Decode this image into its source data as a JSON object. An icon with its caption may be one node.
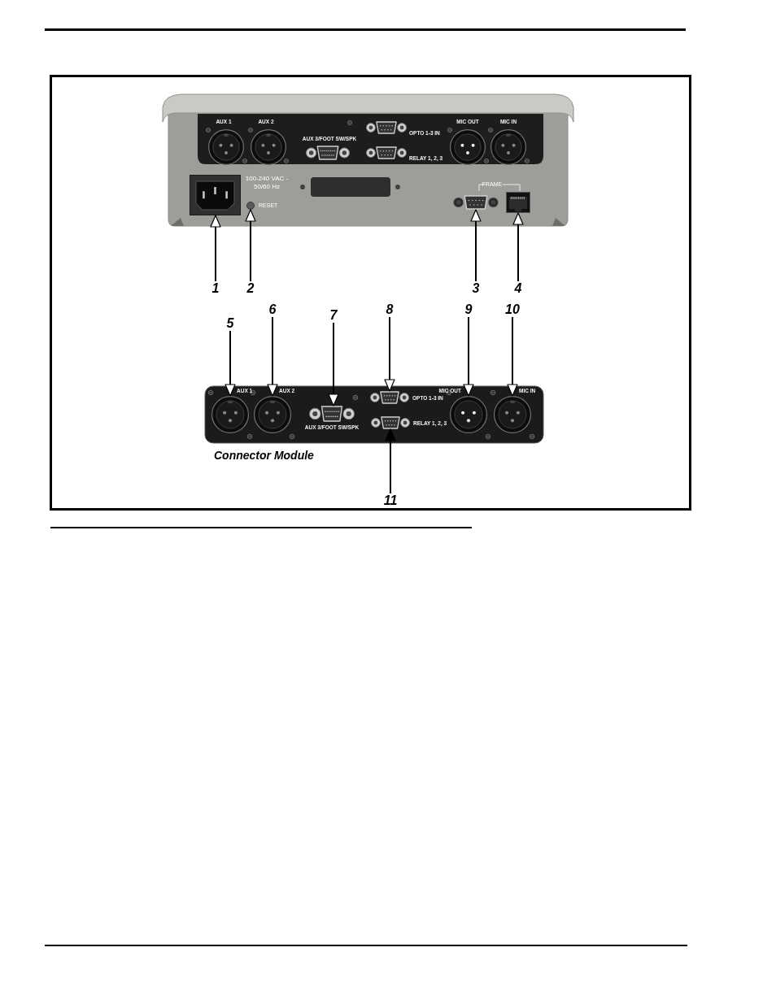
{
  "diagram": {
    "nodes": [
      {
        "text": [
          "1"
        ]
      },
      {
        "text": [
          "2"
        ]
      },
      {
        "text": [
          "3"
        ]
      },
      {
        "text": [
          "4"
        ]
      },
      {
        "text": [
          "5"
        ]
      },
      {
        "text": [
          "6"
        ]
      },
      {
        "text": [
          "7"
        ]
      },
      {
        "text": [
          "8"
        ]
      },
      {
        "text": [
          "9"
        ]
      },
      {
        "text": [
          "10"
        ]
      },
      {
        "text": [
          "11"
        ]
      },
      {
        "text": [],
        "shape": "picture"
      },
      {
        "text": [],
        "shape": "circle",
        "beside": [
          "RESET"
        ]
      },
      {
        "text": [],
        "shape": "picture"
      },
      {
        "text": [],
        "shape": "picture"
      },
      {
        "text": [],
        "shape": "picture"
      },
      {
        "text": [],
        "shape": "picture"
      },
      {
        "text": [],
        "shape": "picture"
      },
      {
        "text": [],
        "shape": "picture"
      },
      {
        "text": [],
        "shape": "picture"
      },
      {
        "text": [],
        "shape": "picture"
      },
      {
        "text": [],
        "shape": "picture"
      }
    ],
    "edges": [
      {
        "from": 0,
        "to": 11,
        "arrow": "to"
      },
      {
        "from": 1,
        "to": 12,
        "arrow": "to"
      },
      {
        "from": 2,
        "to": 13,
        "arrow": "to"
      },
      {
        "from": 3,
        "to": 14,
        "arrow": "to"
      },
      {
        "from": 4,
        "to": 15,
        "arrow": "to"
      },
      {
        "from": 5,
        "to": 16,
        "arrow": "to"
      },
      {
        "from": 6,
        "to": 17,
        "arrow": "to"
      },
      {
        "from": 7,
        "to": 18,
        "arrow": "to"
      },
      {
        "from": 8,
        "to": 20,
        "arrow": "to"
      },
      {
        "from": 9,
        "to": 21,
        "arrow": "to"
      },
      {
        "from": 10,
        "to": 19,
        "arrow": "to",
        "color": "#000000"
      }
    ],
    "labels": [
      "AUX 1",
      "AUX 2",
      "MIC OUT",
      "MIC IN",
      "OPTO 1-3 IN",
      "AUX 3/FOOT SW/SPK",
      "RELAY 1, 2, 3",
      "100-240 VAC - 50/60 Hz",
      "FRAME",
      "AUX 1",
      "AUX 2",
      "MIC OUT",
      "MIC IN",
      "OPTO 1-3 IN",
      "AUX 3/FOOT SW/SPK",
      "RELAY 1, 2, 3",
      "Connector Module"
    ]
  }
}
